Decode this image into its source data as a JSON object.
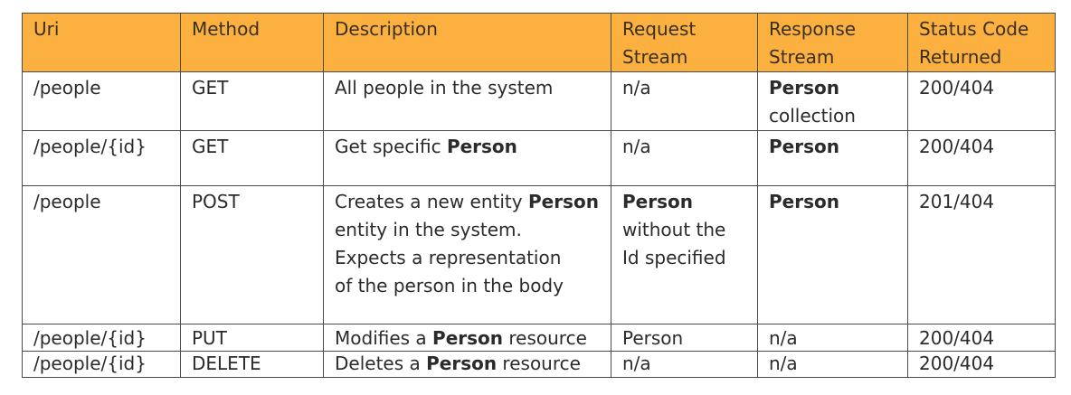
{
  "table": {
    "headers": {
      "uri": "Uri",
      "method": "Method",
      "description": "Description",
      "request_line1": "Request",
      "request_line2": "Stream",
      "response_line1": "Response",
      "response_line2": "Stream",
      "status_line1": "Status Code",
      "status_line2": "Returned"
    },
    "rows": [
      {
        "uri": "/people",
        "method": "GET",
        "description": "All people in the system",
        "request": "n/a",
        "response_bold": "Person",
        "response_rest": "collection",
        "status": "200/404"
      },
      {
        "uri": "/people/{id}",
        "method": "GET",
        "description_pre": "Get specific ",
        "description_bold": "Person",
        "request": "n/a",
        "response_bold": "Person",
        "status": "200/404"
      },
      {
        "uri": "/people",
        "method": "POST",
        "description_line1_pre": "Creates a new entity ",
        "description_line1_bold": "Person",
        "description_line2": "entity in the system.",
        "description_line3": "Expects a representation",
        "description_line4": "of the person in the body",
        "request_bold": "Person",
        "request_line2": "without the",
        "request_line3": "Id specified",
        "response_bold": "Person",
        "status": "201/404"
      },
      {
        "uri": "/people/{id}",
        "method": "PUT",
        "description_pre": "Modifies a ",
        "description_bold": "Person",
        "description_post": " resource",
        "request": "Person",
        "response": "n/a",
        "status": "200/404"
      },
      {
        "uri": "/people/{id}",
        "method": "DELETE",
        "description_pre": "Deletes a ",
        "description_bold": "Person",
        "description_post": " resource",
        "request": "n/a",
        "response": "n/a",
        "status": "200/404"
      }
    ],
    "colors": {
      "header_background": "#fbb040",
      "border": "#4a4a4a",
      "text": "#2b2b2b"
    }
  }
}
